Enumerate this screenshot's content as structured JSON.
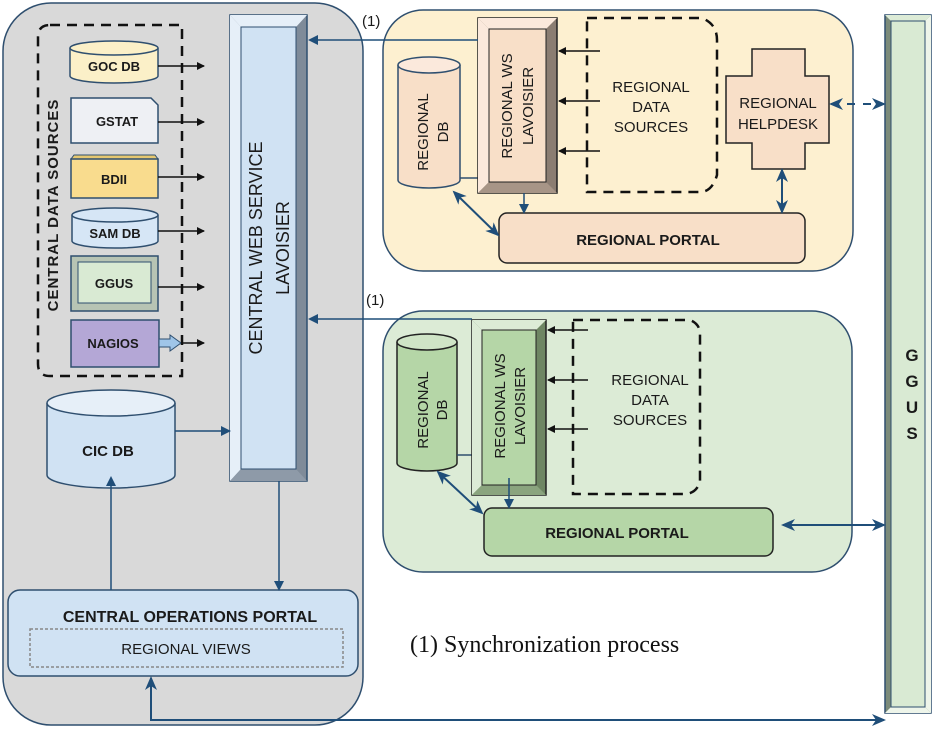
{
  "central": {
    "data_sources_label": "CENTRAL DATA SOURCES",
    "sources": [
      {
        "label": "GOC DB",
        "shape": "cylinder",
        "color": "#fbf0c8"
      },
      {
        "label": "GSTAT",
        "shape": "document",
        "color": "#eef0f4"
      },
      {
        "label": "BDII",
        "shape": "folder",
        "color": "#f9dc8e"
      },
      {
        "label": "SAM DB",
        "shape": "cylinder",
        "color": "#d6e6f6"
      },
      {
        "label": "GGUS",
        "shape": "bevel",
        "color": "#d9ead3"
      },
      {
        "label": "NAGIOS",
        "shape": "process",
        "color": "#b4a7d6"
      }
    ],
    "web_service_line1": "CENTRAL WEB SERVICE",
    "web_service_line2": "LAVOISIER",
    "cic_db": "CIC DB",
    "operations_portal": "CENTRAL OPERATIONS PORTAL",
    "regional_views": "REGIONAL VIEWS"
  },
  "sync_marker": "(1)",
  "region_top": {
    "db_line1": "REGIONAL",
    "db_line2": "DB",
    "ws_line1": "REGIONAL WS",
    "ws_line2": "LAVOISIER",
    "data_sources": [
      "REGIONAL",
      "DATA",
      "SOURCES"
    ],
    "helpdesk": [
      "REGIONAL",
      "HELPDESK"
    ],
    "portal": "REGIONAL PORTAL"
  },
  "region_bottom": {
    "db_line1": "REGIONAL",
    "db_line2": "DB",
    "ws_line1": "REGIONAL WS",
    "ws_line2": "LAVOISIER",
    "data_sources": [
      "REGIONAL",
      "DATA",
      "SOURCES"
    ],
    "portal": "REGIONAL PORTAL"
  },
  "ggus_bar": "GGUS",
  "legend": "(1) Synchronization process",
  "colors": {
    "central_bg": "#d9d9d9",
    "border": "#2f4f6f",
    "arrow": "#1f4e79",
    "blue_fill": "#d0e2f3",
    "region_top_bg": "#fdf0d0",
    "region_top_item": "#f8dfc8",
    "region_bottom_bg": "#dcebd6",
    "region_bottom_item": "#b5d6a7",
    "ggus_fill": "#d9ead3"
  }
}
